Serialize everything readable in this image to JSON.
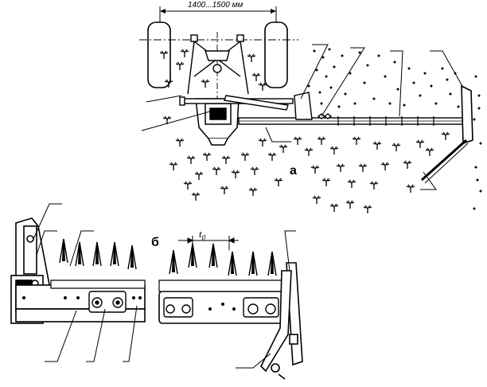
{
  "figure": {
    "dimension_label": "1400...1500 мм",
    "panel_a_label": "а",
    "panel_b_label": "б",
    "pitch_label_main": "t",
    "pitch_label_sub": "0"
  },
  "colors": {
    "ink": "#000000",
    "paper": "#ffffff"
  }
}
